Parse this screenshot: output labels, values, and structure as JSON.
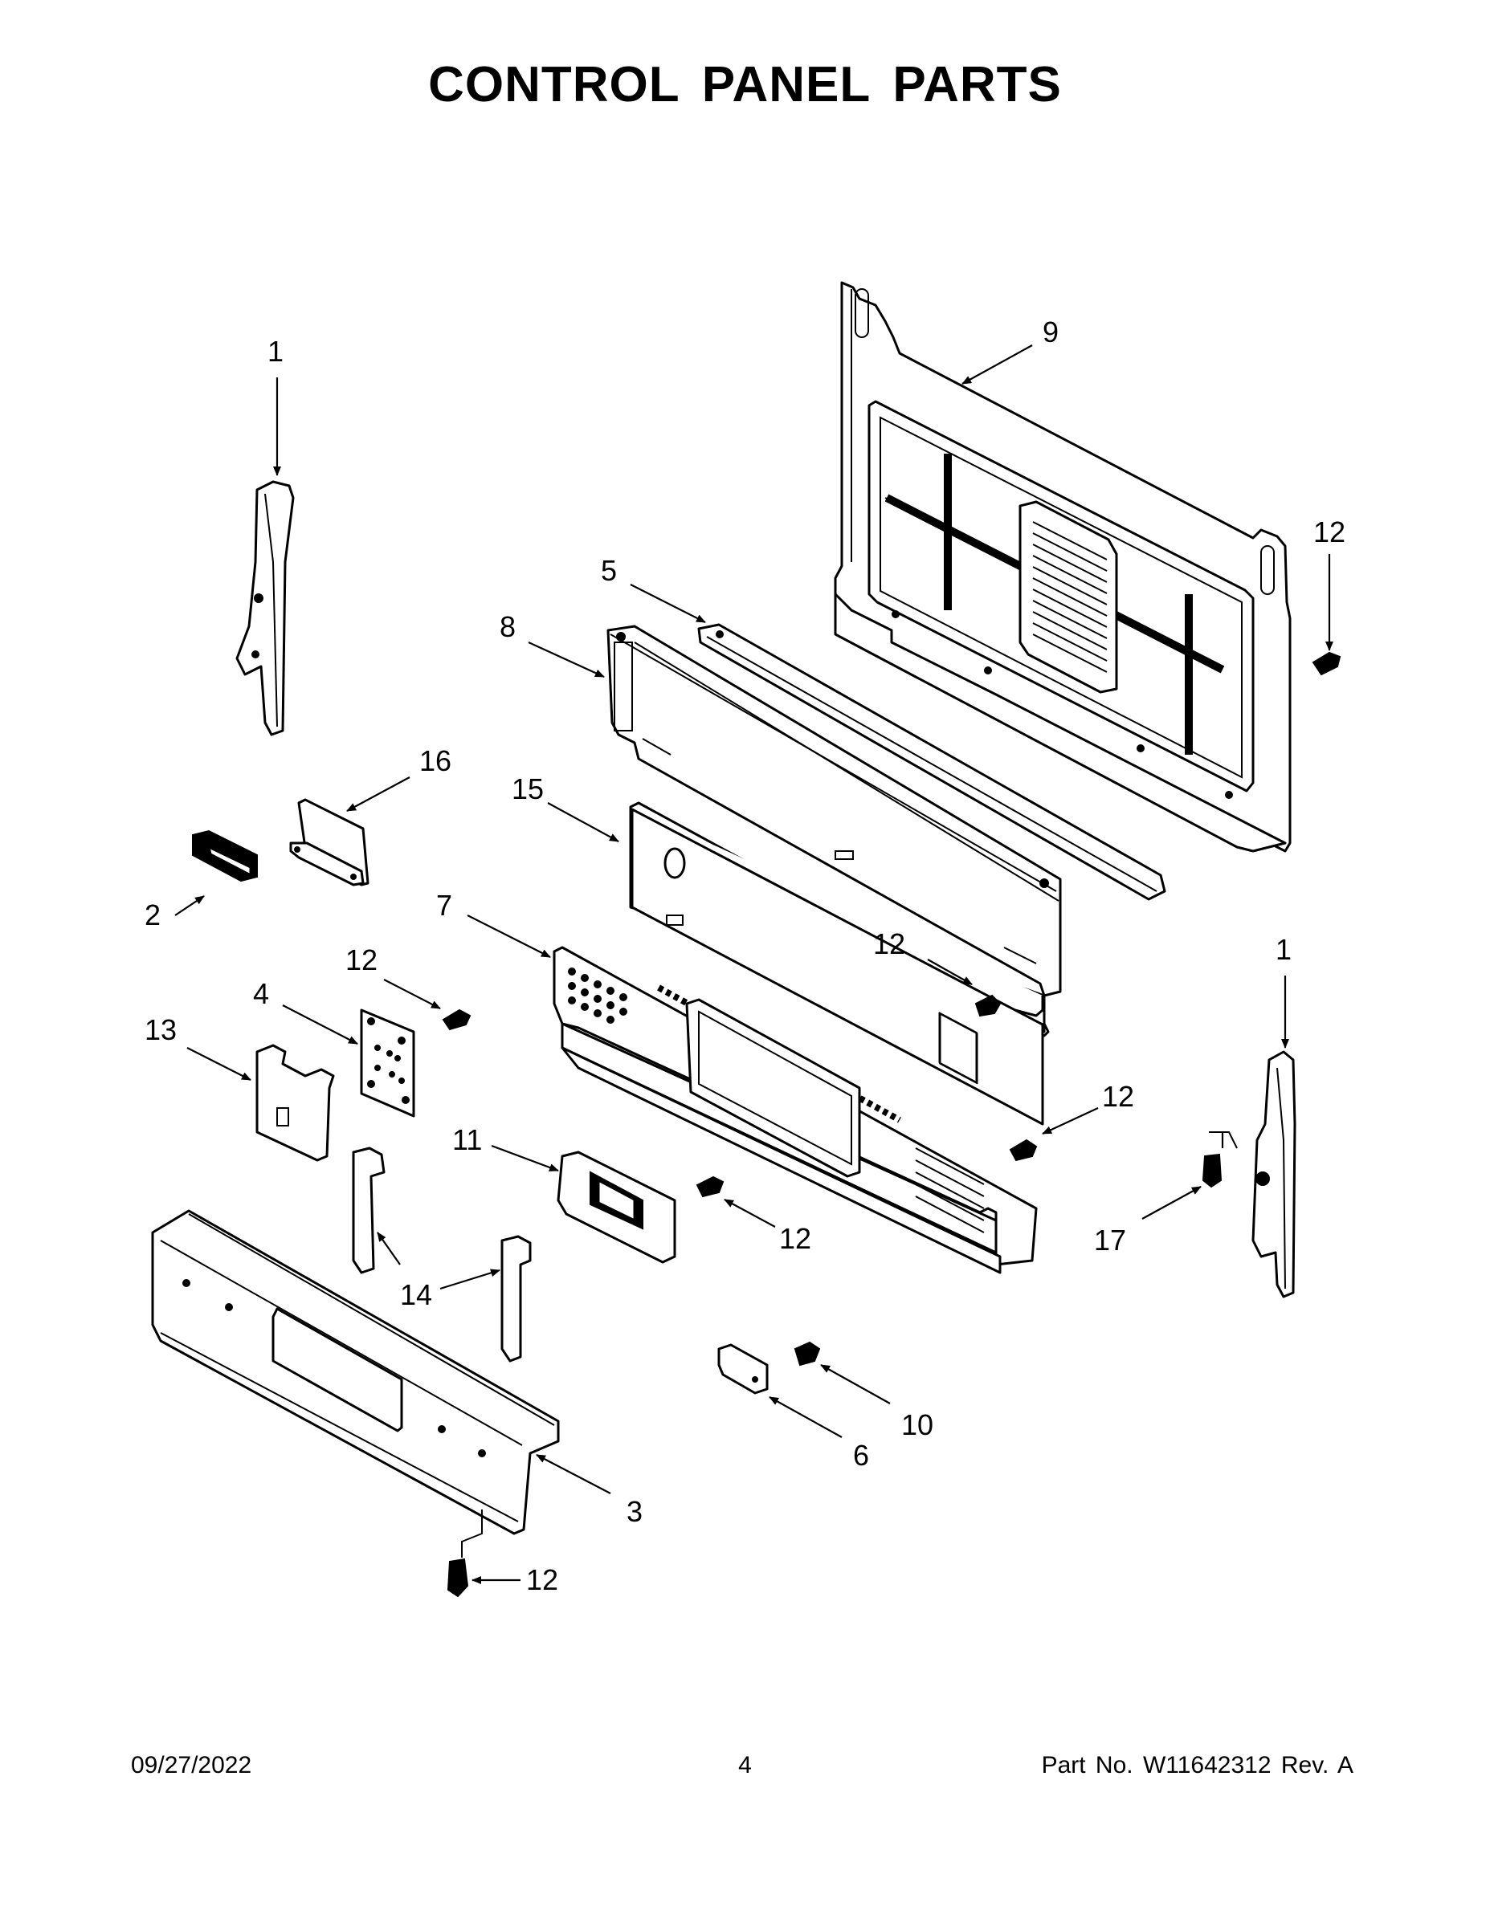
{
  "title": "CONTROL PANEL PARTS",
  "callouts": [
    {
      "id": "c1a",
      "label": "1"
    },
    {
      "id": "c9",
      "label": "9"
    },
    {
      "id": "c12a",
      "label": "12"
    },
    {
      "id": "c5",
      "label": "5"
    },
    {
      "id": "c8",
      "label": "8"
    },
    {
      "id": "c16",
      "label": "16"
    },
    {
      "id": "c15",
      "label": "15"
    },
    {
      "id": "c2",
      "label": "2"
    },
    {
      "id": "c7",
      "label": "7"
    },
    {
      "id": "c12b",
      "label": "12"
    },
    {
      "id": "c1b",
      "label": "1"
    },
    {
      "id": "c12c",
      "label": "12"
    },
    {
      "id": "c4",
      "label": "4"
    },
    {
      "id": "c13",
      "label": "13"
    },
    {
      "id": "c12d",
      "label": "12"
    },
    {
      "id": "c11",
      "label": "11"
    },
    {
      "id": "c12e",
      "label": "12"
    },
    {
      "id": "c17",
      "label": "17"
    },
    {
      "id": "c14",
      "label": "14"
    },
    {
      "id": "c10",
      "label": "10"
    },
    {
      "id": "c6",
      "label": "6"
    },
    {
      "id": "c3",
      "label": "3"
    },
    {
      "id": "c12f",
      "label": "12"
    }
  ],
  "footer": {
    "date": "09/27/2022",
    "page": "4",
    "part_no": "Part No.  W11642312  Rev.  A"
  }
}
